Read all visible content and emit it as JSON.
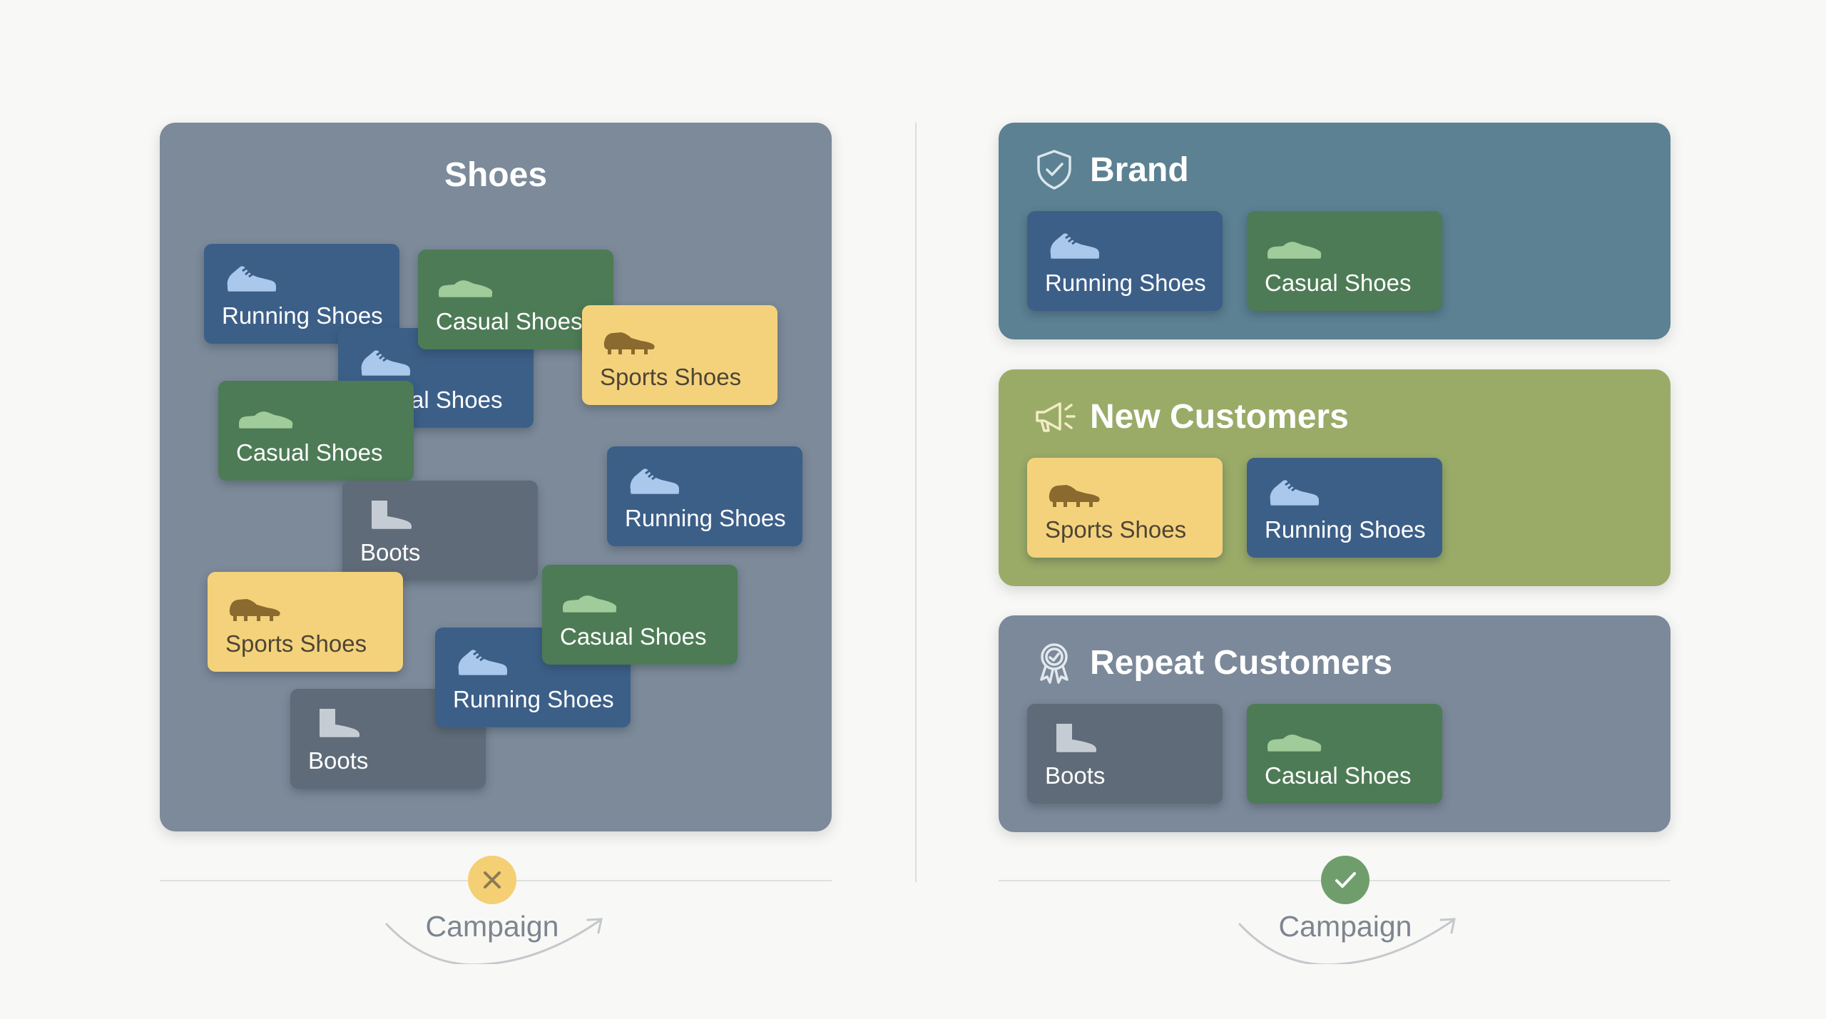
{
  "left_panel": {
    "title": "Shoes"
  },
  "chips": {
    "running": "Running Shoes",
    "casual": "Casual Shoes",
    "sports": "Sports Shoes",
    "boots": "Boots"
  },
  "segments": [
    {
      "title": "Brand",
      "icon": "shield-check-icon",
      "items": [
        "Running Shoes",
        "Casual Shoes"
      ]
    },
    {
      "title": "New Customers",
      "icon": "megaphone-icon",
      "items": [
        "Sports Shoes",
        "Running Shoes"
      ]
    },
    {
      "title": "Repeat Customers",
      "icon": "award-badge-icon",
      "items": [
        "Boots",
        "Casual Shoes"
      ]
    }
  ],
  "footer": {
    "left_label": "Campaign",
    "left_status": "x-icon",
    "right_label": "Campaign",
    "right_status": "check-icon"
  },
  "colors": {
    "running": "#3c5f88",
    "casual": "#4d7b55",
    "sports": "#f4d27c",
    "boots": "#5f6b78",
    "brand_panel": "#5b8193",
    "new_customers_panel": "#9aab68",
    "repeat_customers_panel": "#7b899a",
    "shoes_panel": "#7c8a9a"
  }
}
